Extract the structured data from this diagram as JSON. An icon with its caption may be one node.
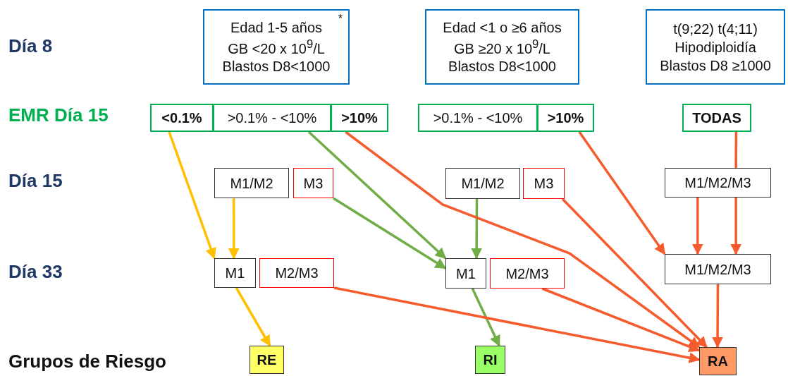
{
  "diagram": {
    "nodes": [
      {
        "text": [
          "Edad 1-5 años",
          "GB <20 x 10$^{9}$/L",
          "Blastos D8<1000",
          "*"
        ]
      },
      {
        "text": [
          "Edad <1 o ≥6 años",
          "GB ≥20 x 10$^{9}$/L",
          "Blastos D8<1000"
        ]
      },
      {
        "text": [
          "t(9;22) t(4;11)",
          "Hipodiploidía",
          "Blastos D8 ≥1000"
        ]
      },
      {
        "text": [
          "<0.1%"
        ]
      },
      {
        "text": [
          ">0.1% - <10%"
        ]
      },
      {
        "text": [
          ">10%"
        ]
      },
      {
        "text": [
          ">0.1% - <10%"
        ]
      },
      {
        "text": [
          ">10%"
        ]
      },
      {
        "text": [
          "TODAS"
        ]
      },
      {
        "text": [
          "M1/M2"
        ]
      },
      {
        "text": [
          "M3"
        ]
      },
      {
        "text": [
          "M1/M2"
        ]
      },
      {
        "text": [
          "M3"
        ]
      },
      {
        "text": [
          "M1/M2/M3"
        ]
      },
      {
        "text": [
          "M1"
        ]
      },
      {
        "text": [
          "M2/M3"
        ]
      },
      {
        "text": [
          "M1"
        ]
      },
      {
        "text": [
          "M2/M3"
        ]
      },
      {
        "text": [
          "M1/M2/M3"
        ]
      },
      {
        "text": [
          "RE"
        ]
      },
      {
        "text": [
          "RI"
        ]
      },
      {
        "text": [
          "RA"
        ]
      }
    ],
    "edges": [
      {
        "from": 3,
        "to": 14,
        "arrow": "to",
        "color": "#ffc000"
      },
      {
        "from": 9,
        "to": 14,
        "arrow": "to",
        "color": "#ffc000"
      },
      {
        "from": 14,
        "to": 19,
        "arrow": "to",
        "color": "#ffc000"
      },
      {
        "from": 4,
        "to": 16,
        "arrow": "to",
        "color": "#70ad47"
      },
      {
        "from": 10,
        "to": 16,
        "arrow": "to",
        "color": "#70ad47"
      },
      {
        "from": 11,
        "to": 16,
        "arrow": "to",
        "color": "#70ad47"
      },
      {
        "from": 16,
        "to": 20,
        "arrow": "to",
        "color": "#70ad47"
      },
      {
        "from": 5,
        "to": 21,
        "arrow": "to"
      },
      {
        "from": 12,
        "to": 21,
        "arrow": "to"
      },
      {
        "from": 15,
        "to": 21,
        "arrow": "to"
      },
      {
        "from": 17,
        "to": 21,
        "arrow": "to"
      },
      {
        "from": 18,
        "to": 21,
        "arrow": "to"
      },
      {
        "from": 7,
        "to": 18,
        "arrow": "to"
      },
      {
        "from": 8,
        "to": 13,
        "arrow": "none"
      },
      {
        "from": 13,
        "to": 18,
        "arrow": "to"
      },
      {
        "from": 13,
        "to": 18,
        "arrow": "to"
      }
    ],
    "labels": [
      "Día 8",
      "EMR Día 15",
      "Día 15",
      "Día 33",
      "Grupos de Riesgo"
    ]
  }
}
